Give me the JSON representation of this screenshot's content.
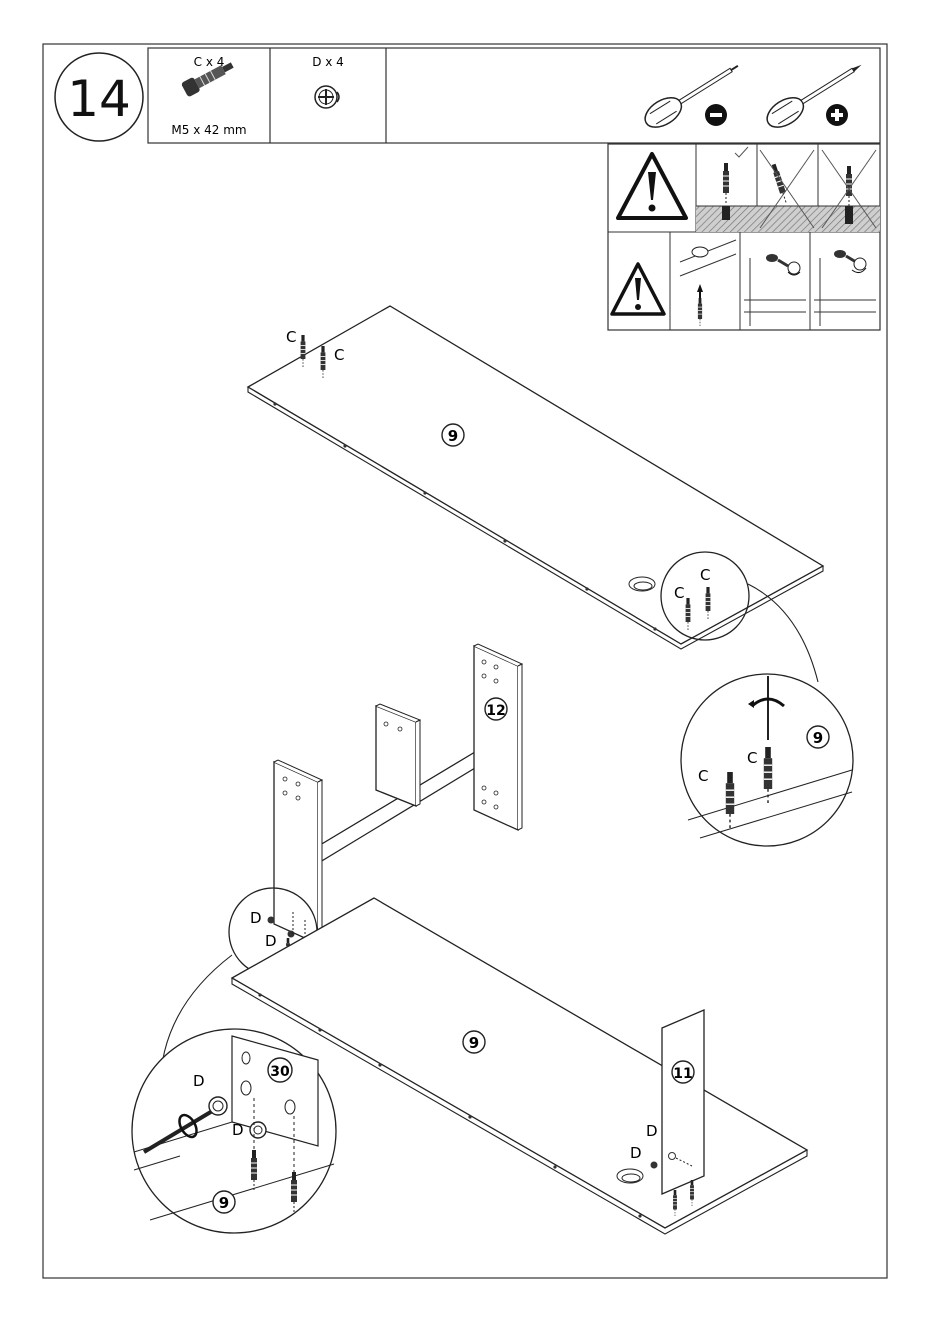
{
  "step": {
    "number": "14"
  },
  "parts": [
    {
      "qty_label": "C x 4",
      "spec": "M5 x 42 mm",
      "icon": "cam-bolt-icon"
    },
    {
      "qty_label": "D x 4",
      "spec": "",
      "icon": "cam-lock-nut-icon"
    }
  ],
  "tools": [
    {
      "name": "flathead-screwdriver",
      "symbol": "−"
    },
    {
      "name": "phillips-screwdriver",
      "symbol": "+"
    }
  ],
  "warnings": {
    "icon": "warning-triangle-icon"
  },
  "labels": {
    "bolt": "C",
    "nut": "D",
    "panel_top": "9",
    "panel_bottom": "9",
    "panel_right_upright": "12",
    "panel_end": "11",
    "detail_panel_9": "9",
    "detail_panel_30": "30"
  }
}
